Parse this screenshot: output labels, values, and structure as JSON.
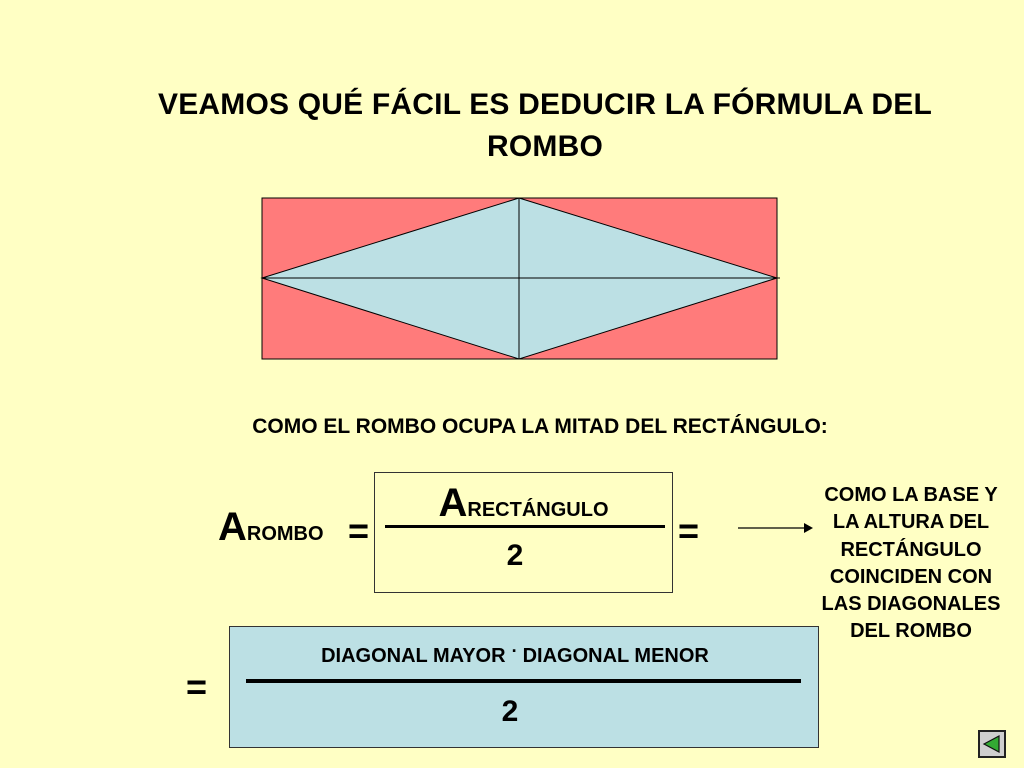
{
  "slide": {
    "title": "VEAMOS QUÉ FÁCIL ES DEDUCIR LA FÓRMULA DEL ROMBO",
    "subtitle": "COMO EL ROMBO OCUPA LA MITAD DEL RECTÁNGULO:"
  },
  "formula1": {
    "lhs_letter": "A",
    "lhs_sub": "ROMBO",
    "equals": "=",
    "numerator_letter": "A",
    "numerator_sub": "RECTÁNGULO",
    "denominator": "2",
    "equals_after": "="
  },
  "side_note": "COMO LA BASE Y LA ALTURA DEL RECTÁNGULO COINCIDEN CON LAS DIAGONALES DEL ROMBO",
  "formula2": {
    "equals": "=",
    "numerator_left": "DIAGONAL MAYOR",
    "dot": ".",
    "numerator_right": "DIAGONAL MENOR",
    "denominator": "2"
  },
  "colors": {
    "background": "#ffffc4",
    "rectangle": "#ff7b7b",
    "rhombus": "#bce0e4",
    "formula_box": "#bce0e4",
    "nav_button": "#cfcfcf",
    "nav_arrow": "#33aa33"
  },
  "icons": {
    "nav": "back-arrow-icon",
    "pointer": "right-arrow-icon"
  }
}
